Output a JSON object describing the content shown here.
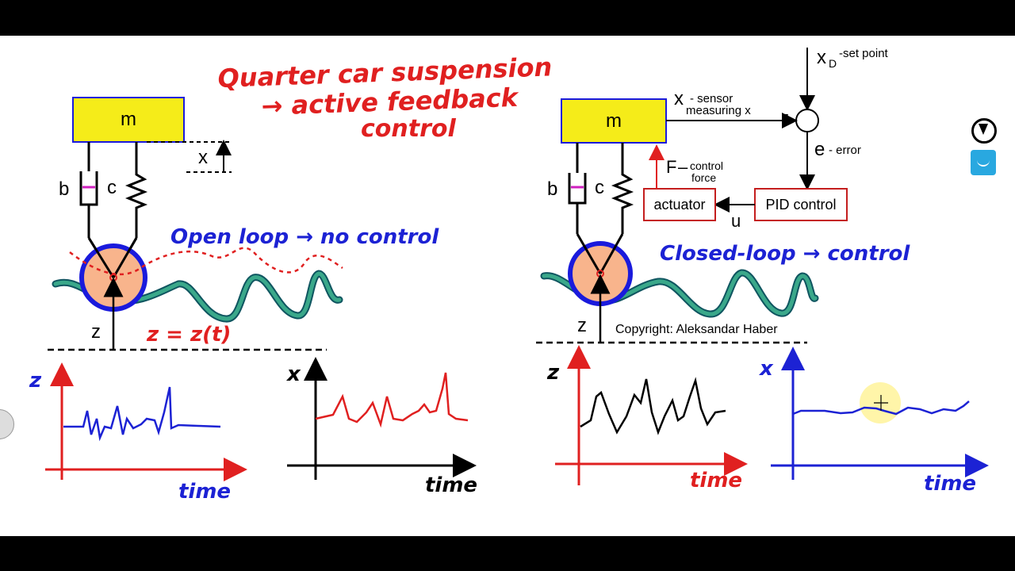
{
  "title": {
    "line1": "Quarter car suspension",
    "line2": "→ active feedback",
    "line3": "control"
  },
  "left": {
    "mass_label": "m",
    "damper_label": "b",
    "spring_label": "c",
    "displacement_label": "x",
    "road_label": "z",
    "road_eq": "z = z(t)",
    "mode_label": "Open loop → no control"
  },
  "right": {
    "mass_label": "m",
    "damper_label": "b",
    "spring_label": "c",
    "road_label": "z",
    "mode_label": "Closed-loop → control",
    "setpoint_main": "x",
    "setpoint_sub": "D",
    "setpoint_desc": "-set point",
    "sensor_main": "x",
    "sensor_desc1": "- sensor",
    "sensor_desc2": "measuring x",
    "minus_sign": "-",
    "error_main": "e",
    "error_desc": "- error",
    "force_main": "F",
    "force_desc1": "control",
    "force_desc2": "force",
    "actuator_label": "actuator",
    "pid_label": "PID control",
    "u_label": "u",
    "copyright": "Copyright: Aleksandar Haber"
  },
  "graphs": {
    "g1": {
      "ylabel": "z",
      "xlabel": "time"
    },
    "g2": {
      "ylabel": "x",
      "xlabel": "time"
    },
    "g3": {
      "ylabel": "z",
      "xlabel": "time"
    },
    "g4": {
      "ylabel": "x",
      "xlabel": "time"
    }
  },
  "colors": {
    "mass_fill": "#f5ec19",
    "wheel_fill": "#f8b48c",
    "wheel_rim": "#1a1adc",
    "road": "#1f8a78",
    "title_red": "#e02020",
    "blue_ink": "#1c22d4",
    "box_red": "#c41e1e"
  },
  "icons": [
    "pen-tool-icon",
    "smile-icon"
  ]
}
